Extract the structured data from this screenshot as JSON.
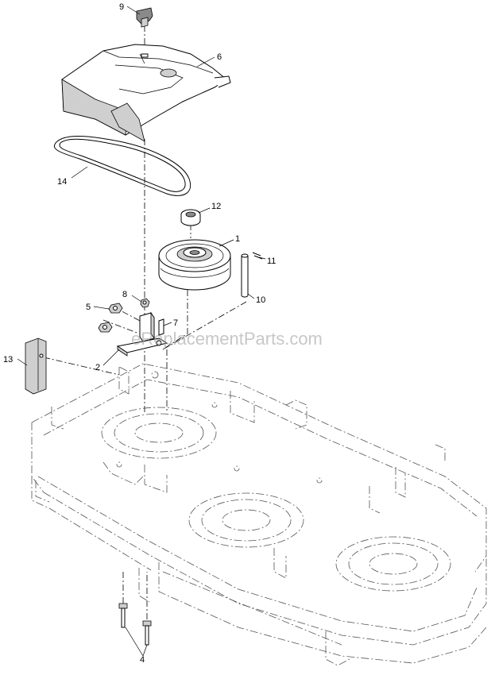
{
  "watermark": "eReplacementParts.com",
  "callouts": [
    {
      "id": "9",
      "label": "9"
    },
    {
      "id": "6",
      "label": "6"
    },
    {
      "id": "14",
      "label": "14"
    },
    {
      "id": "12",
      "label": "12"
    },
    {
      "id": "1",
      "label": "1"
    },
    {
      "id": "11",
      "label": "11"
    },
    {
      "id": "10",
      "label": "10"
    },
    {
      "id": "8",
      "label": "8"
    },
    {
      "id": "5",
      "label": "5"
    },
    {
      "id": "7",
      "label": "7"
    },
    {
      "id": "13",
      "label": "13"
    },
    {
      "id": "2",
      "label": "2"
    },
    {
      "id": "4",
      "label": "4"
    }
  ]
}
